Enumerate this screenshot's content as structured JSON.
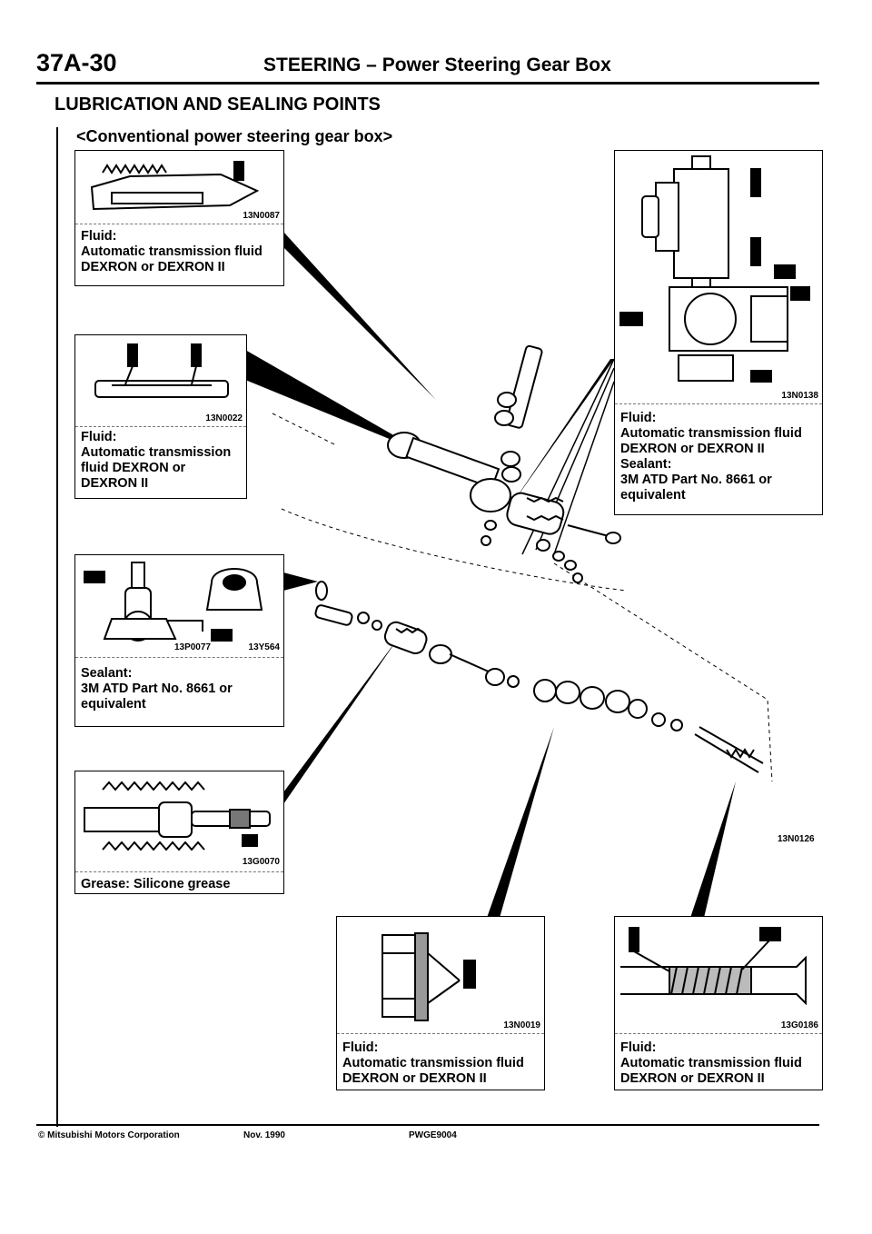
{
  "header": {
    "page_number": "37A-30",
    "title": "STEERING – Power Steering Gear Box"
  },
  "section_title": "LUBRICATION AND SEALING POINTS",
  "subtitle": "<Conventional power steering gear box>",
  "panels": [
    {
      "code": "13N0087",
      "lines": [
        "Fluid:",
        "Automatic transmission fluid",
        "DEXRON or DEXRON II"
      ]
    },
    {
      "code": "13N0022",
      "lines": [
        "Fluid:",
        "Automatic transmission",
        "fluid DEXRON or",
        "DEXRON II"
      ]
    },
    {
      "code": "13P0077",
      "code2": "13Y564",
      "lines": [
        "Sealant:",
        "3M ATD Part No. 8661 or",
        "equivalent"
      ]
    },
    {
      "code": "13G0070",
      "lines": [
        "Grease: Silicone grease"
      ]
    },
    {
      "code": "13N0138",
      "lines": [
        "Fluid:",
        "Automatic transmission fluid",
        "DEXRON or DEXRON II",
        "Sealant:",
        "3M ATD Part No. 8661 or",
        "equivalent"
      ]
    },
    {
      "code": "13N0019",
      "lines": [
        "Fluid:",
        "Automatic transmission fluid",
        "DEXRON or DEXRON II"
      ]
    },
    {
      "code": "13G0186",
      "lines": [
        "Fluid:",
        "Automatic transmission fluid",
        "DEXRON or DEXRON II"
      ]
    }
  ],
  "center_code": "13N0126",
  "footer": {
    "copyright": "© Mitsubishi Motors Corporation",
    "date": "Nov. 1990",
    "code": "PWGE9004"
  }
}
